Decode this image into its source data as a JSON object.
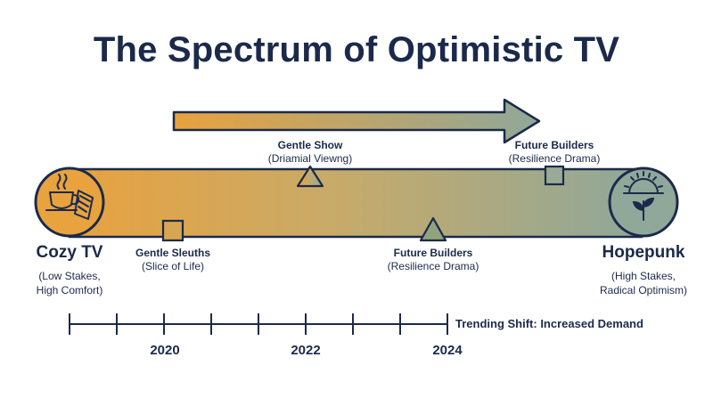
{
  "title": "The Spectrum of Optimistic TV",
  "colors": {
    "navy": "#1b2a4a",
    "orange": "#e8a23e",
    "sage": "#8fa89a"
  },
  "left_end": {
    "name": "Cozy TV",
    "line1": "(Low Stakes,",
    "line2": "High Comfort)",
    "icon": "teacup-blanket-icon"
  },
  "right_end": {
    "name": "Hopepunk",
    "line1": "(High Stakes,",
    "line2": "Radical Optimism)",
    "icon": "sunrise-sprout-icon"
  },
  "markers": {
    "gentle_show": {
      "name": "Gentle Show",
      "sub": "(Driamial Viewng)"
    },
    "future_builders_top": {
      "name": "Future Builders",
      "sub": "(Resilience Drama)"
    },
    "gentle_sleuths": {
      "name": "Gentle Sleuths",
      "sub": "(Slice of Life)"
    },
    "future_builders_bottom": {
      "name": "Future Builders",
      "sub": "(Resilience Drama)"
    }
  },
  "timeline": {
    "years": [
      "2020",
      "2022",
      "2024"
    ],
    "trend_label": "Trending Shift: Increased Demand"
  }
}
